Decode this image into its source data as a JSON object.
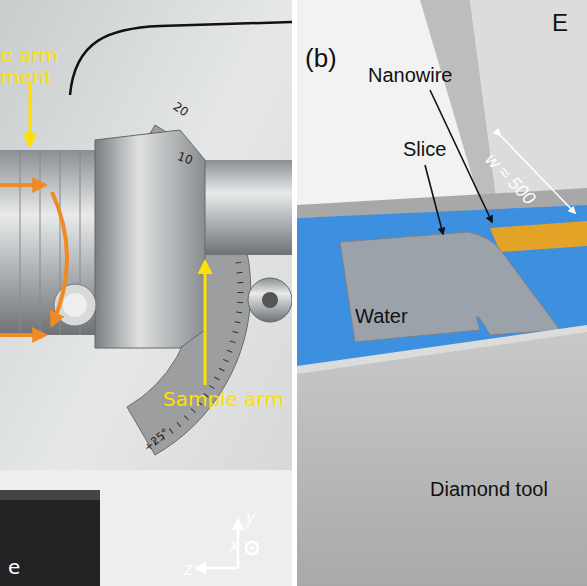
{
  "diagram": {
    "nodes": [
      {
        "text": [
          "Diamond tool"
        ]
      },
      {
        "text": [
          "Water"
        ],
        "in": 0
      }
    ],
    "labels": [
      "e arm",
      "ment",
      "20",
      "10",
      "Sample arm",
      "+25°",
      "y",
      "x",
      "z",
      "e",
      "(b)",
      "E",
      "Nanowire",
      "Slice",
      "w ≈ 500"
    ]
  }
}
